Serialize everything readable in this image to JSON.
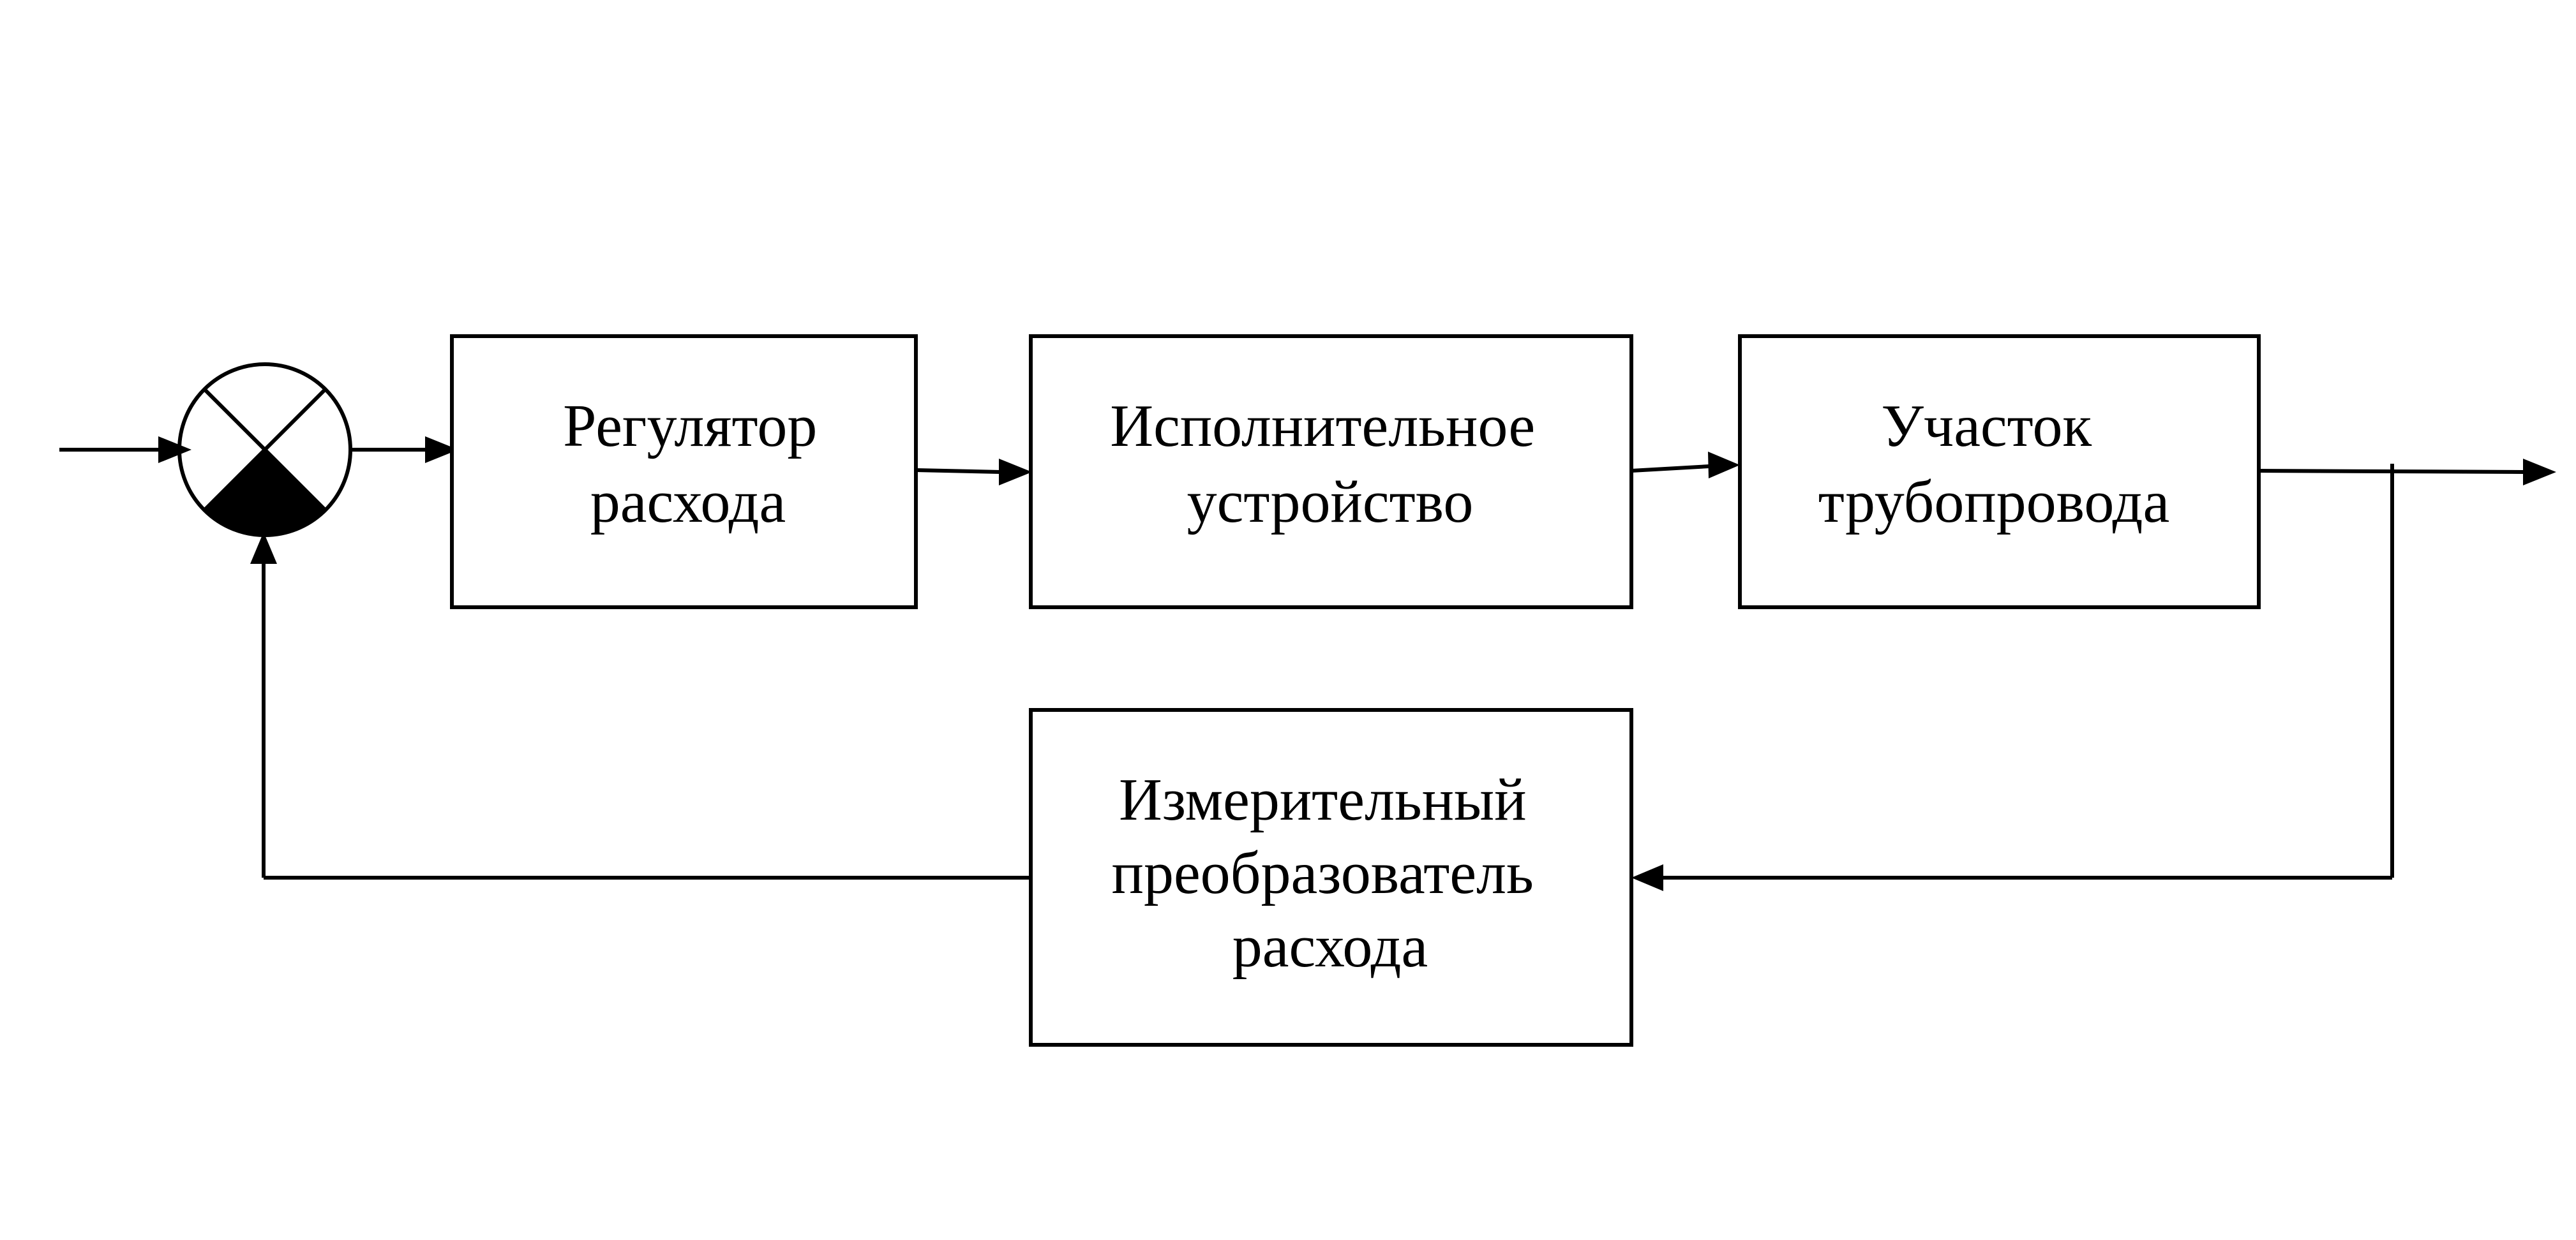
{
  "blocks": {
    "regulator": {
      "line1": "Регулятор",
      "line2": "расхода"
    },
    "actuator": {
      "line1": "Исполнительное",
      "line2": "устройство"
    },
    "pipeline": {
      "line1": "Участок",
      "line2": "трубопровода"
    },
    "sensor": {
      "line1": "Измерительный",
      "line2": "преобразователь",
      "line3": "расхода"
    }
  },
  "summing_junction": {
    "lower_sector": "filled"
  },
  "colors": {
    "stroke": "#000000",
    "background": "#ffffff"
  }
}
